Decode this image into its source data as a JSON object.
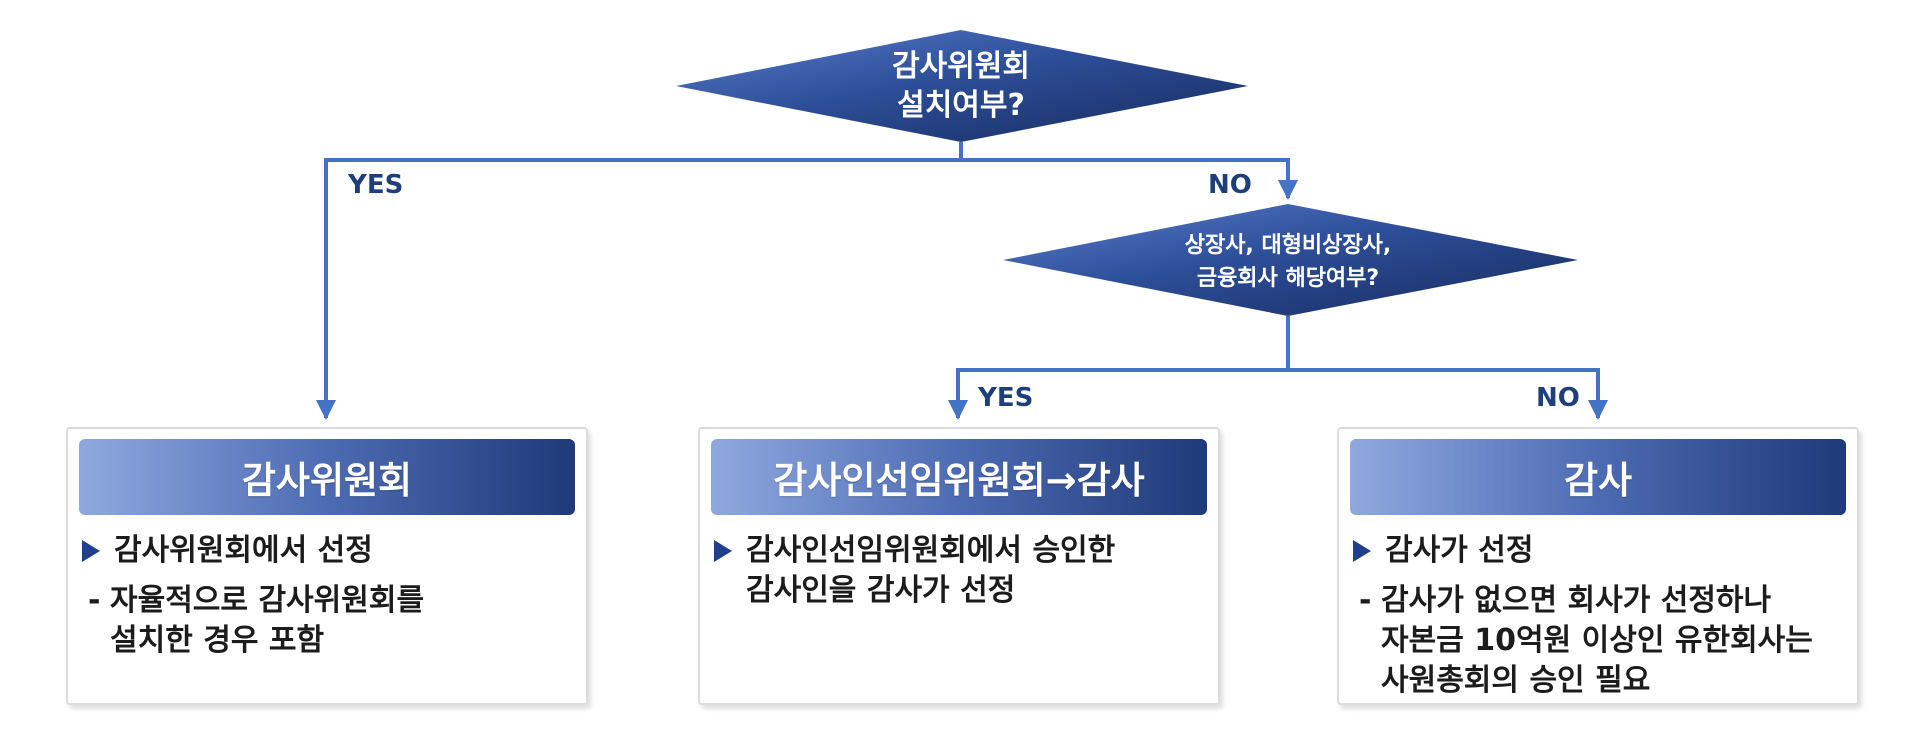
{
  "decision1": {
    "line1": "감사위원회",
    "line2": "설치여부?"
  },
  "decision2": {
    "line1": "상장사, 대형비상장사,",
    "line2": "금융회사 해당여부?"
  },
  "edges": {
    "d1_yes": "YES",
    "d1_no": "NO",
    "d2_yes": "YES",
    "d2_no": "NO"
  },
  "colors": {
    "diamond_dark": "#1a2f66",
    "diamond_light": "#3e63b4",
    "connector": "#4472c4",
    "edge_label": "#1f3f7a",
    "bullet": "#1f3f8a"
  },
  "cards": [
    {
      "title": "감사위원회",
      "bullet": "감사위원회에서 선정",
      "note": "자율적으로 감사위원회를\n설치한 경우 포함"
    },
    {
      "title": "감사인선임위원회→감사",
      "bullet": "감사인선임위원회에서 승인한\n감사인을 감사가 선정",
      "note": ""
    },
    {
      "title": "감사",
      "bullet": "감사가 선정",
      "note": "감사가 없으면 회사가 선정하나\n자본금 10억원 이상인 유한회사는\n사원총회의 승인 필요"
    }
  ]
}
